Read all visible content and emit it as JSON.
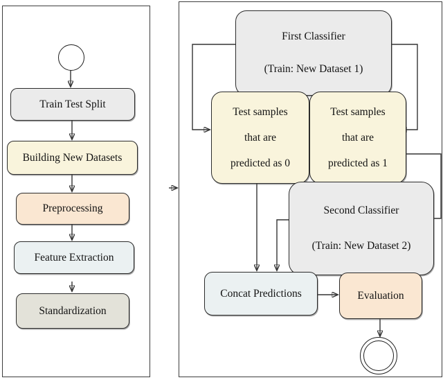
{
  "figure": {
    "type": "flowchart",
    "description": "Two-panel pipeline flowchart"
  },
  "colors": {
    "box_gray": "#ebebeb",
    "box_cream": "#f9f4dc",
    "box_peach": "#fae7d2",
    "box_blue": "#ebf1f2",
    "box_taupe": "#e3e2d9",
    "line": "#333333",
    "panel_border": "#3d3d3d"
  },
  "left_panel": {
    "train_test_split": "Train Test Split",
    "building_new_datasets": "Building New Datasets",
    "preprocessing": "Preprocessing",
    "feature_extraction": "Feature Extraction",
    "standardization": "Standardization"
  },
  "right_panel": {
    "first_classifier": {
      "title": "First Classifier",
      "subtitle": "(Train: New Dataset 1)"
    },
    "test_pred_0": {
      "line1": "Test samples",
      "line2": "that are",
      "line3": "predicted as 0"
    },
    "test_pred_1": {
      "line1": "Test samples",
      "line2": "that are",
      "line3": "predicted as 1"
    },
    "second_classifier": {
      "title": "Second Classifier",
      "subtitle": "(Train: New Dataset 2)"
    },
    "concat_predictions": "Concat Predictions",
    "evaluation": "Evaluation"
  }
}
